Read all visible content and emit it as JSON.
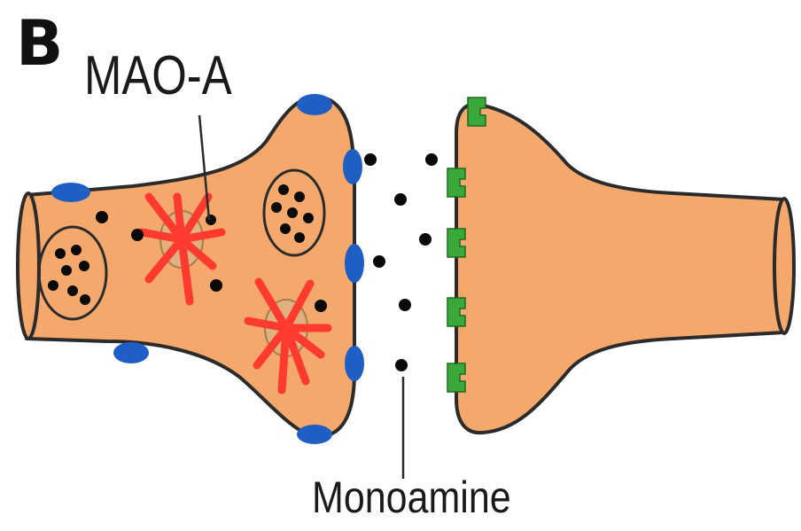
{
  "panel_label": "B",
  "labels": {
    "mao_a": "MAO-A",
    "monoamine": "Monoamine"
  },
  "colors": {
    "neuron_fill": "#f4a86b",
    "outline": "#2b2b2b",
    "transporter": "#1f5fc4",
    "receptor": "#3aa83a",
    "mao_enzyme": "#ff3a2e",
    "monoamine": "#0a0a0a"
  }
}
